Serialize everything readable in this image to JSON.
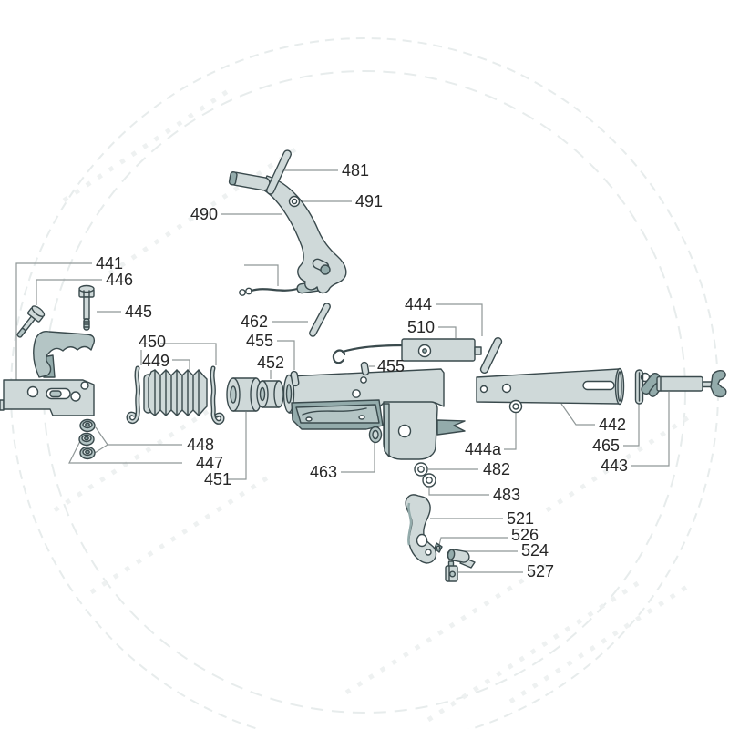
{
  "page": {
    "background": "#ffffff"
  },
  "diagram": {
    "type": "exploded-parts-diagram",
    "description": "Exploded view of a trailer overrun coupling assembly with numbered part callouts",
    "colors": {
      "background": "#ffffff",
      "outline": "#3a4a4d",
      "part_fill": "#cfd9d9",
      "part_mid": "#b4c5c5",
      "part_shade": "#93abab",
      "hole_fill": "#ffffff",
      "leader": "#8f9797",
      "label": "#262626",
      "watermark": "#e7ecec"
    },
    "labels": [
      {
        "id": "481",
        "text": "481"
      },
      {
        "id": "491",
        "text": "491"
      },
      {
        "id": "490",
        "text": "490"
      },
      {
        "id": "441",
        "text": "441"
      },
      {
        "id": "446",
        "text": "446"
      },
      {
        "id": "445",
        "text": "445"
      },
      {
        "id": "462",
        "text": "462"
      },
      {
        "id": "455-left",
        "text": "455"
      },
      {
        "id": "449",
        "text": "449"
      },
      {
        "id": "450",
        "text": "450"
      },
      {
        "id": "452",
        "text": "452"
      },
      {
        "id": "455-right",
        "text": "455"
      },
      {
        "id": "444",
        "text": "444"
      },
      {
        "id": "510",
        "text": "510"
      },
      {
        "id": "448",
        "text": "448"
      },
      {
        "id": "447",
        "text": "447"
      },
      {
        "id": "451",
        "text": "451"
      },
      {
        "id": "463",
        "text": "463"
      },
      {
        "id": "442",
        "text": "442"
      },
      {
        "id": "444a",
        "text": "444a"
      },
      {
        "id": "465",
        "text": "465"
      },
      {
        "id": "443",
        "text": "443"
      },
      {
        "id": "482",
        "text": "482"
      },
      {
        "id": "483",
        "text": "483"
      },
      {
        "id": "521",
        "text": "521"
      },
      {
        "id": "526",
        "text": "526"
      },
      {
        "id": "524",
        "text": "524"
      },
      {
        "id": "527",
        "text": "527"
      }
    ]
  }
}
